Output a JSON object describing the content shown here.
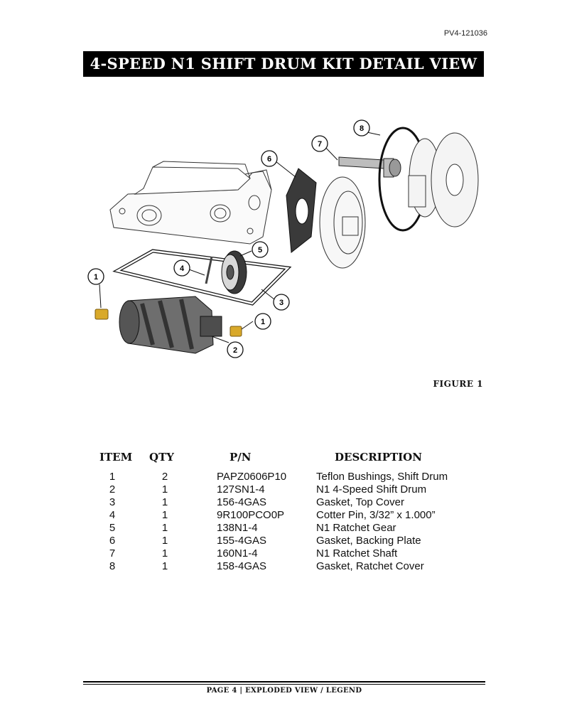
{
  "header": {
    "doc_id": "PV4-121036",
    "title": "4-SPEED N1 SHIFT DRUM KIT DETAIL VIEW"
  },
  "figure": {
    "label": "FIGURE 1",
    "callouts": [
      "1",
      "2",
      "3",
      "4",
      "5",
      "6",
      "7",
      "8",
      "1"
    ]
  },
  "legend": {
    "headers": {
      "item": "ITEM",
      "qty": "QTY",
      "pn": "P/N",
      "description": "DESCRIPTION"
    },
    "rows": [
      {
        "item": "1",
        "qty": "2",
        "pn": "PAPZ0606P10",
        "description": "Teflon Bushings, Shift Drum"
      },
      {
        "item": "2",
        "qty": "1",
        "pn": "127SN1-4",
        "description": "N1 4-Speed Shift Drum"
      },
      {
        "item": "3",
        "qty": "1",
        "pn": "156-4GAS",
        "description": "Gasket, Top Cover"
      },
      {
        "item": "4",
        "qty": "1",
        "pn": "9R100PCO0P",
        "description": "Cotter Pin, 3/32” x 1.000”"
      },
      {
        "item": "5",
        "qty": "1",
        "pn": "138N1-4",
        "description": "N1 Ratchet Gear"
      },
      {
        "item": "6",
        "qty": "1",
        "pn": "155-4GAS",
        "description": "Gasket, Backing Plate"
      },
      {
        "item": "7",
        "qty": "1",
        "pn": "160N1-4",
        "description": "N1 Ratchet Shaft"
      },
      {
        "item": "8",
        "qty": "1",
        "pn": "158-4GAS",
        "description": "Gasket, Ratchet Cover"
      }
    ]
  },
  "footer": {
    "text": "PAGE 4 | EXPLODED VIEW / LEGEND"
  },
  "colors": {
    "banner_bg": "#000000",
    "banner_text": "#ffffff",
    "bushing": "#d9a92a",
    "drum": "#6e6e6e"
  }
}
